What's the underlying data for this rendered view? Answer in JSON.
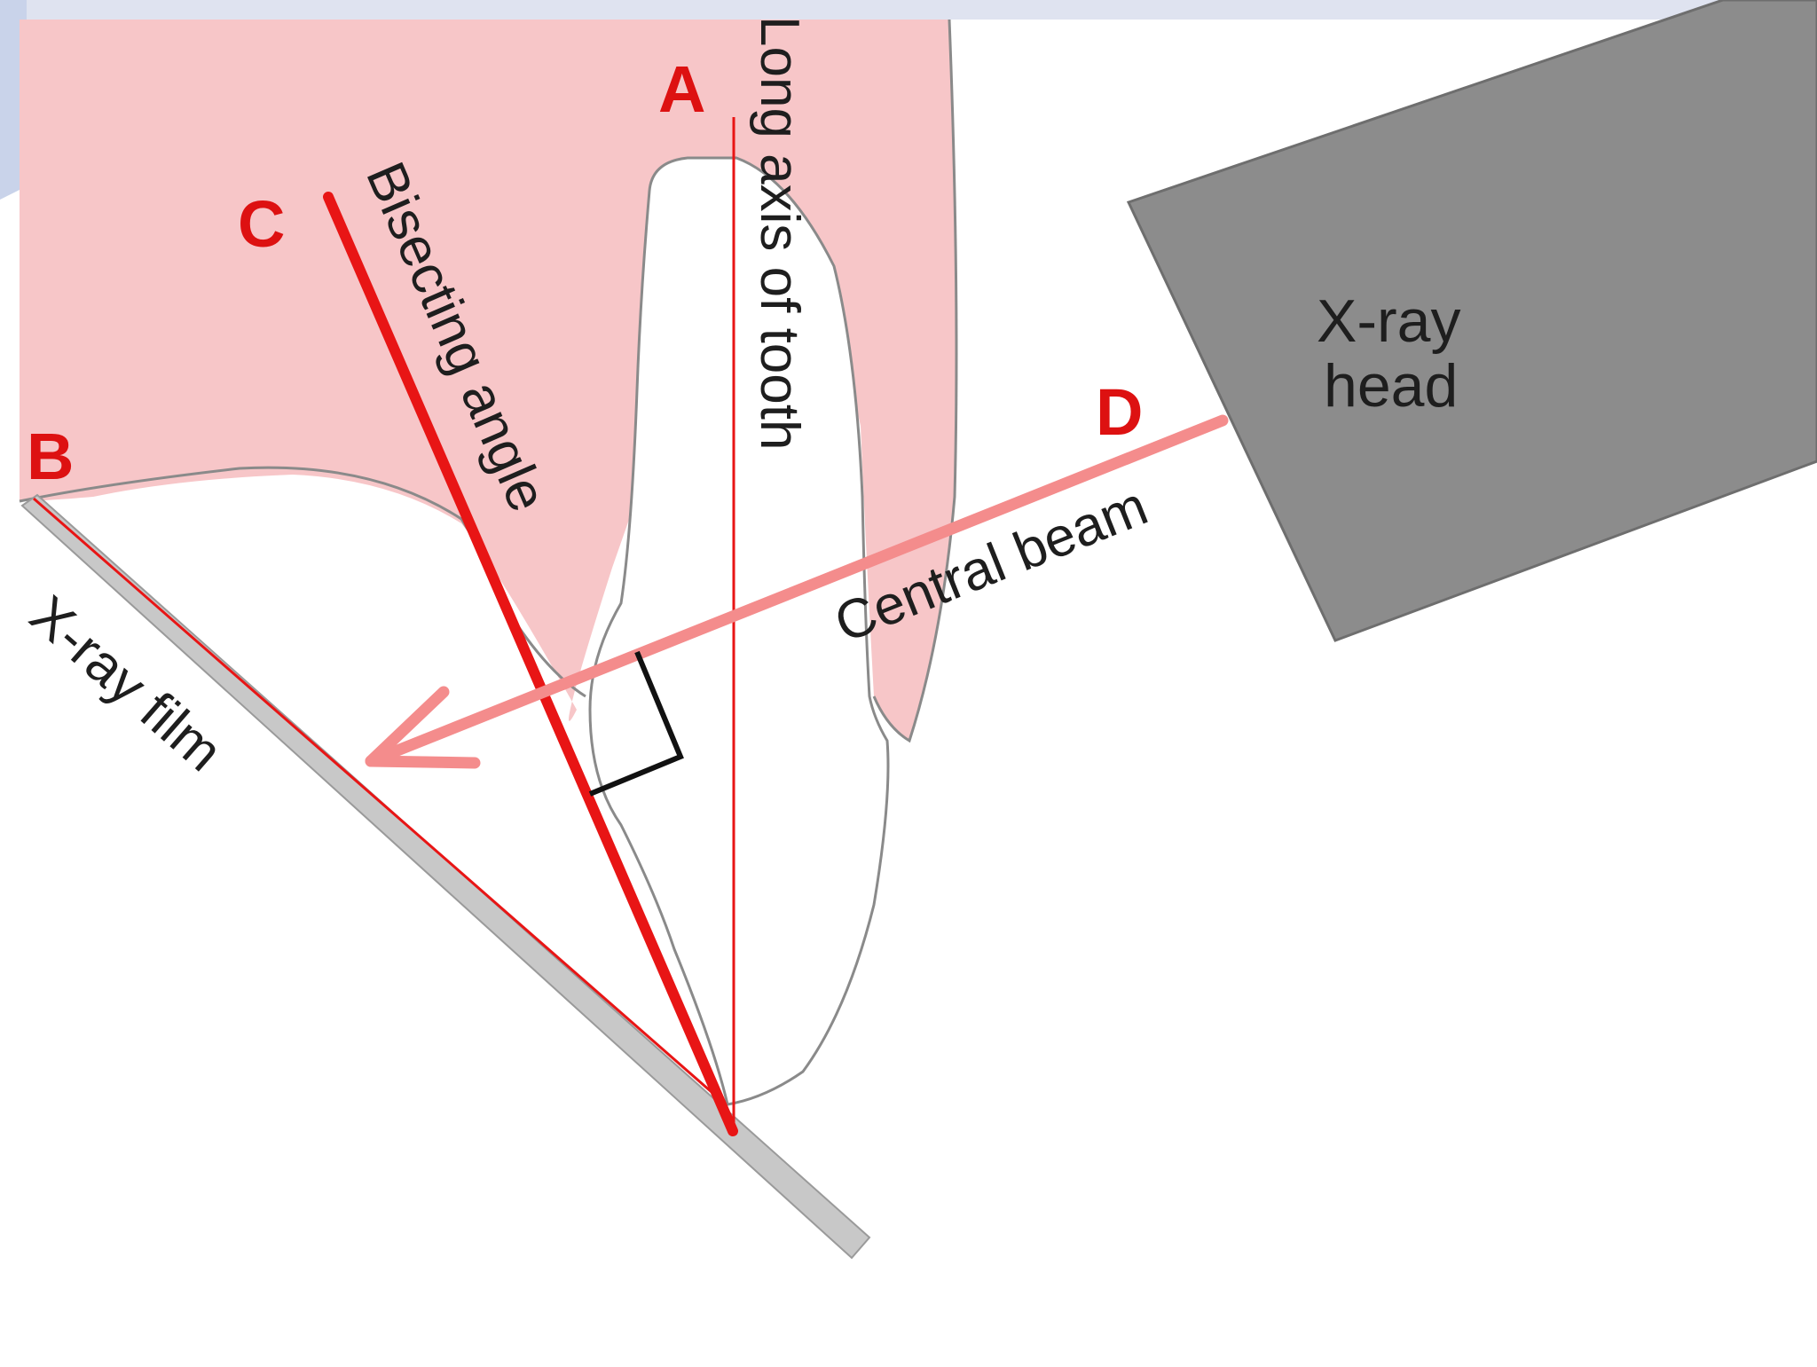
{
  "labels": {
    "point_a": "A",
    "point_b": "B",
    "point_c": "C",
    "point_d": "D",
    "long_axis": "Long axis of tooth",
    "bisecting_angle": "Bisecting angle",
    "central_beam": "Central beam",
    "xray_film": "X-ray film",
    "xray_head_line1": "X-ray",
    "xray_head_line2": "head"
  },
  "colors": {
    "soft_tissue": "#f7c6c8",
    "axis_red": "#e81515",
    "beam": "#f48c8c",
    "film": "#c8c8c8",
    "head": "#8c8c8c",
    "outline": "#8a8a8a",
    "right_angle_marker": "#111111"
  }
}
